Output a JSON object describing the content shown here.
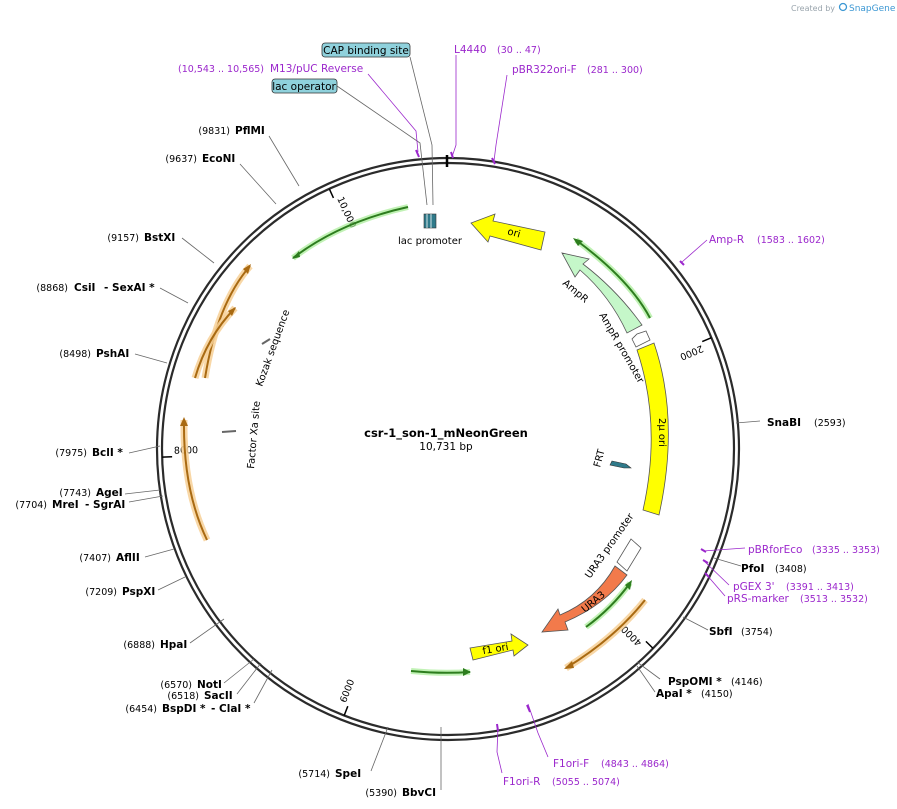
{
  "branding": {
    "created_by": "Created by",
    "product": "SnapGene",
    "icon": "snapgene-logo-icon"
  },
  "plasmid": {
    "name": "csr-1_son-1_mNeonGreen",
    "length_label": "10,731 bp",
    "length": 10731
  },
  "colors": {
    "backbone": "#2b2b2b",
    "primer": "#9b27cc",
    "site_line": "#666666",
    "cds_green": "#2d7d1e",
    "cds_orange": "#a96a12",
    "ori_yellow": "#ffff00",
    "ampr_green": "#c5f7c9",
    "ura3_orange": "#f27a4b",
    "tag_blue": "#8fd1dc"
  },
  "tick_labels": [
    {
      "pos": 2000,
      "label": "2000"
    },
    {
      "pos": 4000,
      "label": "4000"
    },
    {
      "pos": 6000,
      "label": "6000"
    },
    {
      "pos": 8000,
      "label": "8000"
    },
    {
      "pos": 10000,
      "label": "10,000"
    }
  ],
  "restriction_sites": [
    {
      "name": "PflMI",
      "pos": "(9831)"
    },
    {
      "name": "EcoNI",
      "pos": "(9637)"
    },
    {
      "name": "BstXI",
      "pos": "(9157)"
    },
    {
      "name": "CsiI",
      "extra": "- SexAI *",
      "pos": "(8868)"
    },
    {
      "name": "PshAI",
      "pos": "(8498)"
    },
    {
      "name": "BclI *",
      "pos": "(7975)"
    },
    {
      "name": "AgeI",
      "pos": "(7743)"
    },
    {
      "name": "MreI",
      "extra": "- SgrAI",
      "pos": "(7704)"
    },
    {
      "name": "AflII",
      "pos": "(7407)"
    },
    {
      "name": "PspXI",
      "pos": "(7209)"
    },
    {
      "name": "HpaI",
      "pos": "(6888)"
    },
    {
      "name": "NotI",
      "pos": "(6570)"
    },
    {
      "name": "SacII",
      "pos": "(6518)"
    },
    {
      "name": "BspDI *",
      "extra": "- ClaI *",
      "pos": "(6454)"
    },
    {
      "name": "SpeI",
      "pos": "(5714)"
    },
    {
      "name": "BbvCI",
      "pos": "(5390)"
    },
    {
      "name": "SnaBI",
      "pos": "(2593)"
    },
    {
      "name": "PfoI",
      "pos": "(3408)"
    },
    {
      "name": "SbfI",
      "pos": "(3754)"
    },
    {
      "name": "PspOMI *",
      "pos": "(4146)"
    },
    {
      "name": "ApaI *",
      "pos": "(4150)"
    }
  ],
  "primers": [
    {
      "name": "M13/pUC Reverse",
      "range": "(10,543 .. 10,565)"
    },
    {
      "name": "L4440",
      "range": "(30 .. 47)"
    },
    {
      "name": "pBR322ori-F",
      "range": "(281 .. 300)"
    },
    {
      "name": "Amp-R",
      "range": "(1583 .. 1602)"
    },
    {
      "name": "pBRforEco",
      "range": "(3335 .. 3353)"
    },
    {
      "name": "pGEX 3'",
      "range": "(3391 .. 3413)"
    },
    {
      "name": "pRS-marker",
      "range": "(3513 .. 3532)"
    },
    {
      "name": "F1ori-F",
      "range": "(4843 .. 4864)"
    },
    {
      "name": "F1ori-R",
      "range": "(5055 .. 5074)"
    }
  ],
  "tags": [
    {
      "name": "CAP binding site"
    },
    {
      "name": "lac operator"
    }
  ],
  "feature_labels": {
    "ori": "ori",
    "ampr": "AmpR",
    "ampr_promoter": "AmpR promoter",
    "two_micron_ori": "2μ ori",
    "frt": "FRT",
    "ura3_promoter": "URA3 promoter",
    "ura3": "URA3",
    "f1_ori": "f1 ori",
    "lac_promoter": "lac promoter",
    "kozak": "Kozak sequence",
    "factor_xa": "Factor Xa site"
  }
}
